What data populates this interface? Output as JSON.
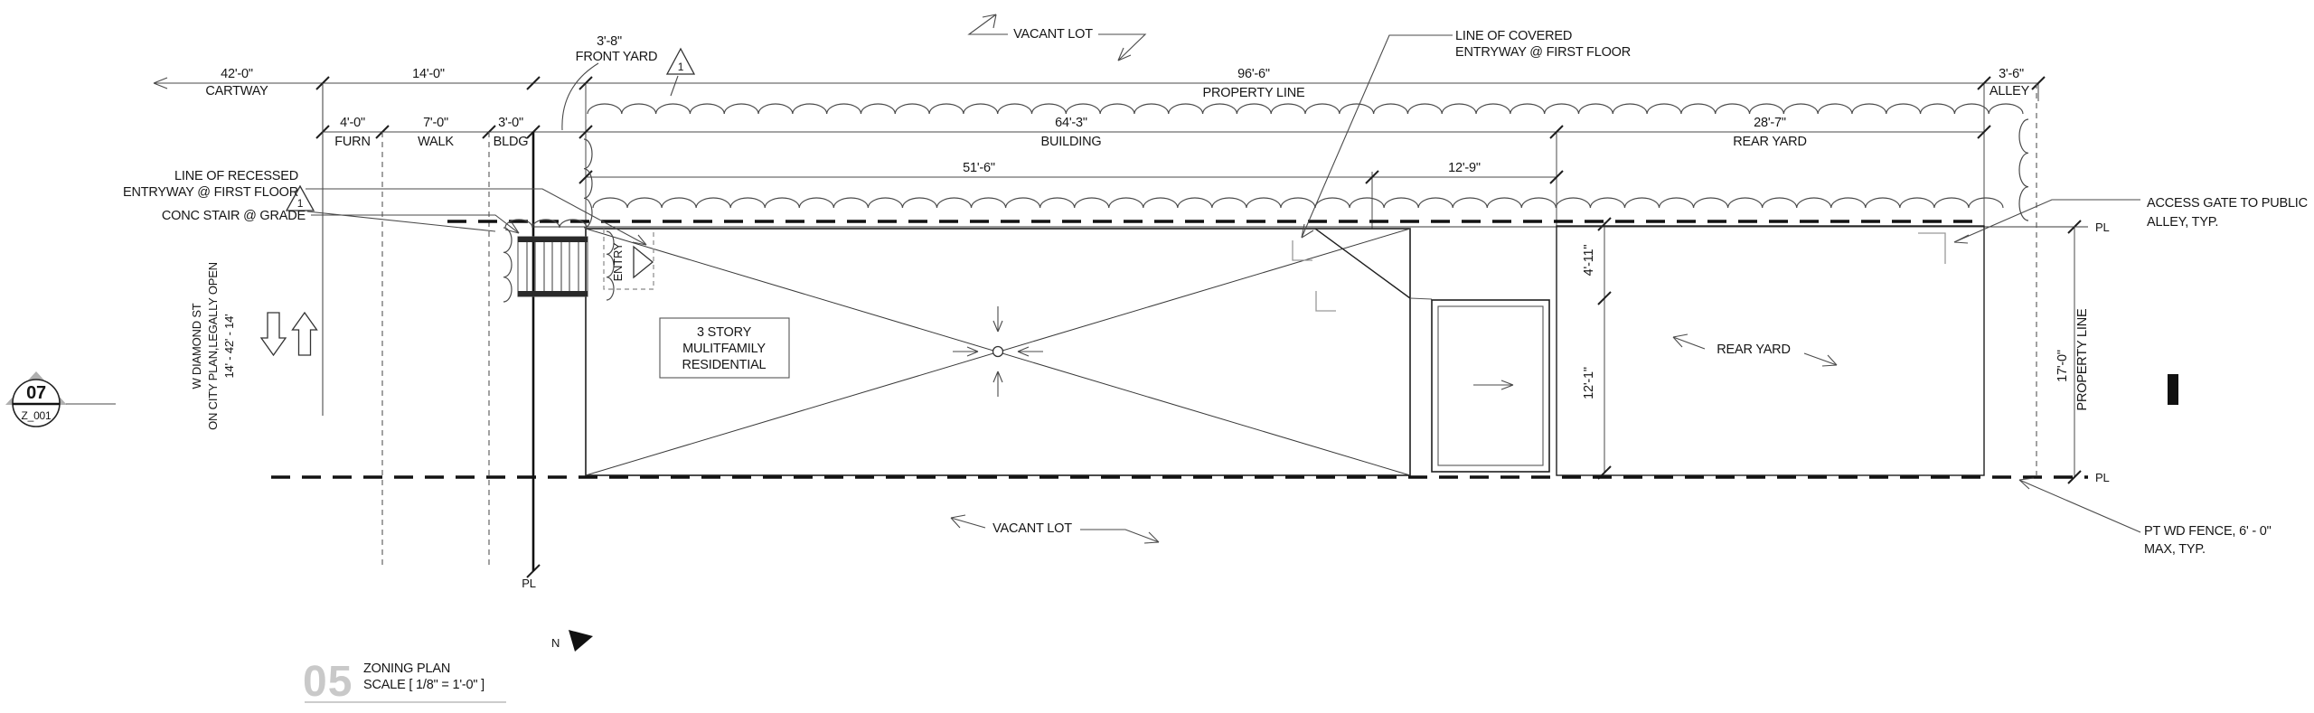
{
  "colors": {
    "line": "#1f1f1f",
    "dim_line": "#4a4a4a",
    "revision_gray": "#9a9a9a",
    "title_number_gray": "#c9c9c9"
  },
  "dims": {
    "cartway_value": "42'-0\"",
    "cartway_label": "CARTWAY",
    "fourteen": "14'-0\"",
    "furn_value": "4'-0\"",
    "furn_label": "FURN",
    "walk_value": "7'-0\"",
    "walk_label": "WALK",
    "bldg_value": "3'-0\"",
    "bldg_label": "BLDG",
    "front_yard_value": "3'-8\"",
    "front_yard_label": "FRONT YARD",
    "pl_value": "96'-6\"",
    "pl_label": "PROPERTY LINE",
    "building_value": "64'-3\"",
    "building_label": "BUILDING",
    "rear_value": "28'-7\"",
    "rear_label": "REAR YARD",
    "alley_value": "3'-6\"",
    "alley_label": "ALLEY",
    "d51_6": "51'-6\"",
    "d12_9": "12'-9\"",
    "d4_11": "4'-11\"",
    "d12_1": "12'-1\"",
    "d17_value": "17'-0\"",
    "d17_label": "PROPERTY LINE"
  },
  "notes": {
    "vacant_lot_top": "VACANT LOT",
    "vacant_lot_bottom": "VACANT LOT",
    "covered_line1": "LINE OF COVERED",
    "covered_line2": "ENTRYWAY @ FIRST FLOOR",
    "recessed_line1": "LINE OF RECESSED",
    "recessed_line2": "ENTRYWAY @ FIRST FLOOR",
    "conc_stair": "CONC STAIR @ GRADE",
    "access_line1": "ACCESS GATE TO PUBLIC",
    "access_line2": "ALLEY, TYP.",
    "fence_line1": "PT WD FENCE, 6' - 0\"",
    "fence_line2": "MAX, TYP.",
    "rear_yard_label": "REAR YARD",
    "pl_abbrev": "PL",
    "entry": "ENTRY"
  },
  "street": {
    "line1": "W DIAMOND ST",
    "line2": "ON CITY PLAN,LEGALLY OPEN",
    "line3": "14' - 42' - 14'"
  },
  "building": {
    "line1": "3 STORY",
    "line2": "MULITFAMILY",
    "line3": "RESIDENTIAL"
  },
  "markers": {
    "section_number": "07",
    "section_sheet": "Z_001",
    "revision_number": "1"
  },
  "north_label": "N",
  "title": {
    "number": "05",
    "name": "ZONING PLAN",
    "scale": "SCALE [ 1/8\" = 1'-0\" ]"
  }
}
